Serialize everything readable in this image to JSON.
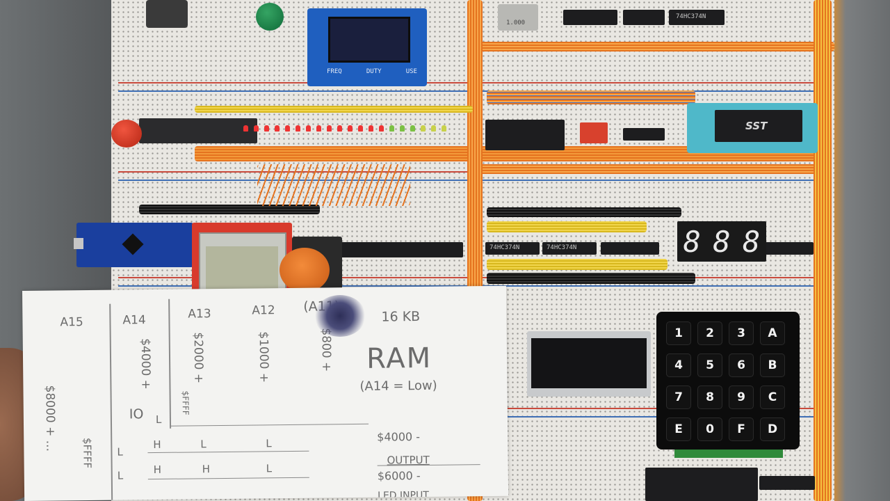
{
  "photo": {
    "board": {
      "chip_labels": {
        "sst": "SST",
        "hc374_a": "74HC374N",
        "hc374_b": "74HC374N",
        "hc374_c": "74HC374N",
        "crystal": "1.000",
        "lcd_buttons": [
          "FREQ",
          "",
          "DUTY",
          "USE"
        ]
      },
      "seven_segment": [
        "8",
        "8",
        "8"
      ],
      "keypad": [
        [
          "1",
          "2",
          "3",
          "A"
        ],
        [
          "4",
          "5",
          "6",
          "B"
        ],
        [
          "7",
          "8",
          "9",
          "C"
        ],
        [
          "E",
          "0",
          "F",
          "D"
        ]
      ]
    },
    "paper": {
      "headers": [
        "A15",
        "A14",
        "A13",
        "A12",
        "(A11)"
      ],
      "column_values": [
        "$8000 + ...",
        "$4000 +",
        "$2000 +",
        "$1000 +",
        "$800 +"
      ],
      "size": "16 KB",
      "ram": "RAM",
      "ram_note": "(A14 = Low)",
      "io_label": "IO",
      "io_sub": "L",
      "ffff": "$FFFF",
      "bit_rows": [
        [
          "L",
          "H",
          "L",
          "L"
        ],
        [
          "L",
          "H",
          "H",
          "L"
        ]
      ],
      "addr1": "$4000 -",
      "output": "OUTPUT",
      "addr2": "$6000 -",
      "next_line": "LED INPUT"
    }
  }
}
